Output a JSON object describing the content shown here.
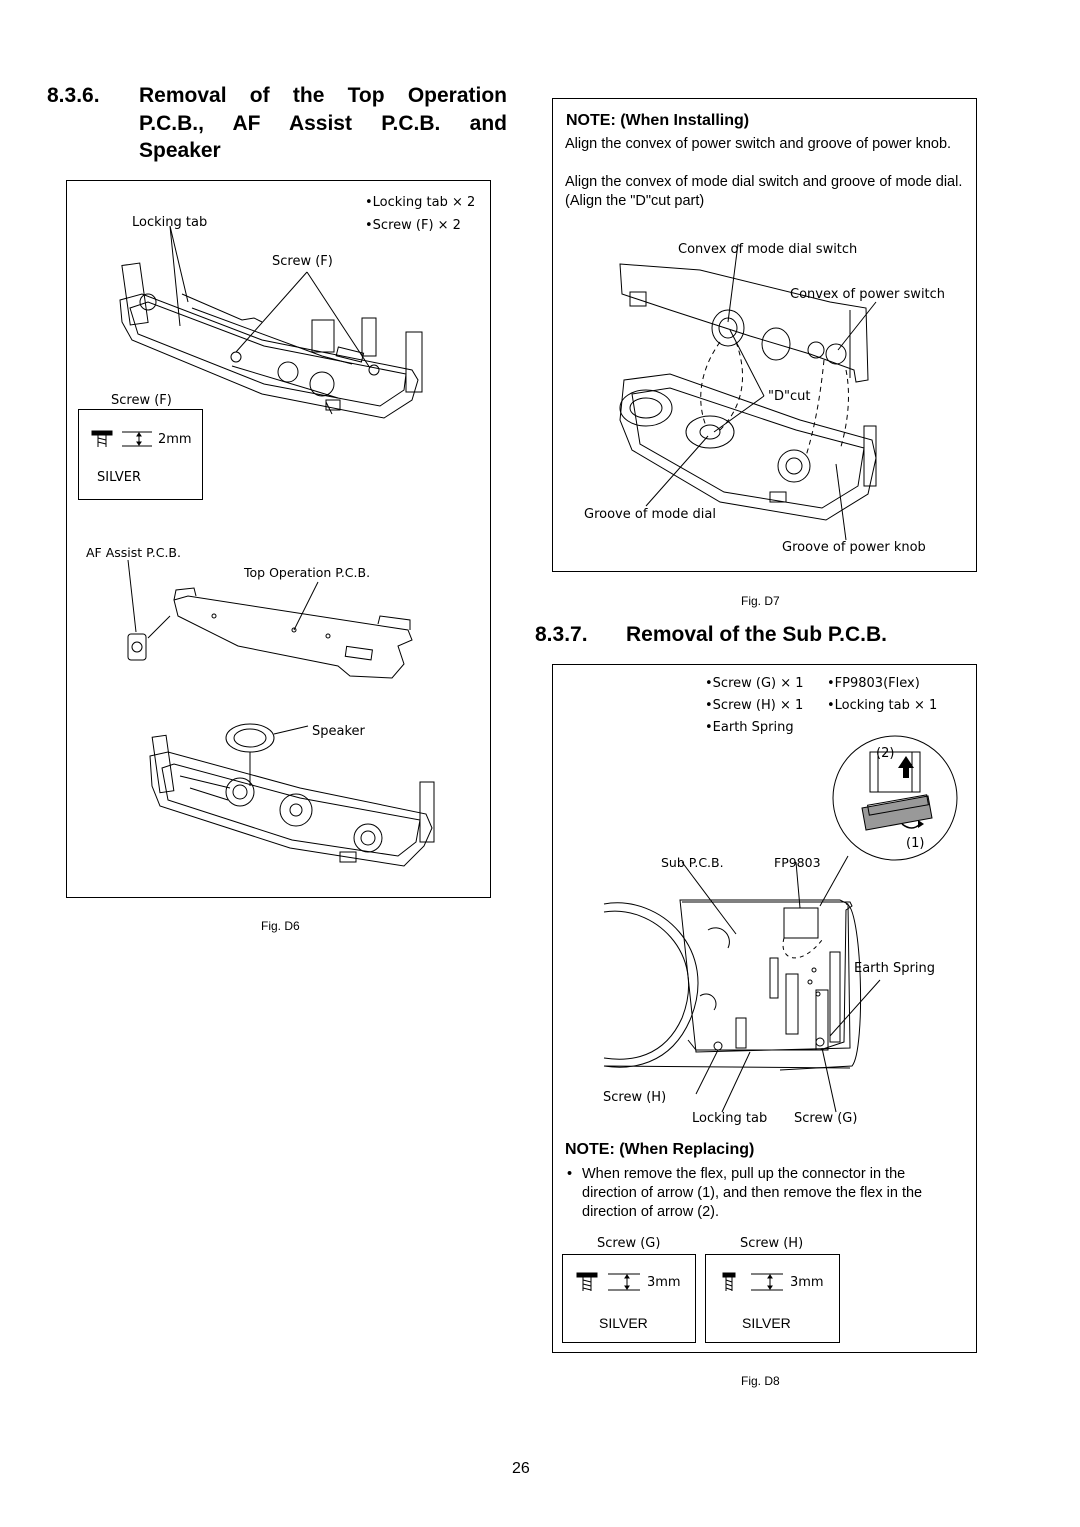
{
  "section_836": {
    "number": "8.3.6.",
    "title_lines": [
      "Removal of the Top Operation",
      "P.C.B., AF Assist P.C.B. and",
      "Speaker"
    ]
  },
  "fig_d6": {
    "bullets": [
      "•Locking tab × 2",
      "•Screw (F) × 2"
    ],
    "label_locking_tab": "Locking tab",
    "label_screw_f_top": "Screw (F)",
    "label_screw_f_box": "Screw (F)",
    "screw_size": "2mm",
    "screw_color": "SILVER",
    "label_af_assist": "AF Assist P.C.B.",
    "label_top_operation": "Top Operation P.C.B.",
    "label_speaker": "Speaker",
    "caption": "Fig. D6"
  },
  "fig_d7": {
    "note_heading": "NOTE: (When Installing)",
    "note_lines": [
      "Align the convex of power switch and groove of power knob.",
      "Align the convex of mode dial switch and groove of mode dial. (Align the \"D\"cut part)"
    ],
    "label_convex_mode": "Convex of mode dial switch",
    "label_convex_power": "Convex of power switch",
    "label_dcut": "\"D\"cut",
    "label_groove_mode": "Groove of mode dial",
    "label_groove_power": "Groove of power knob",
    "caption": "Fig. D7"
  },
  "section_837": {
    "number": "8.3.7.",
    "title": "Removal of the Sub P.C.B."
  },
  "fig_d8": {
    "bullets_left": [
      "•Screw (G) × 1",
      "•Screw (H) × 1",
      "•Earth Spring"
    ],
    "bullets_right": [
      "•FP9803(Flex)",
      "•Locking tab × 1"
    ],
    "label_step2": "(2)",
    "label_step1": "(1)",
    "label_sub_pcb": "Sub P.C.B.",
    "label_fp9803": "FP9803",
    "label_earth_spring": "Earth Spring",
    "label_screw_h": "Screw (H)",
    "label_locking_tab": "Locking tab",
    "label_screw_g": "Screw (G)",
    "note_heading": "NOTE: (When Replacing)",
    "note_bullet": "•",
    "note_text": "When remove the flex, pull up the connector in the direction of arrow (1), and then remove the flex in the direction of arrow (2).",
    "screw_g_label": "Screw (G)",
    "screw_h_label": "Screw (H)",
    "screw_g_size": "3mm",
    "screw_h_size": "3mm",
    "screw_g_color": "SILVER",
    "screw_h_color": "SILVER",
    "caption": "Fig. D8"
  },
  "page_number": "26"
}
